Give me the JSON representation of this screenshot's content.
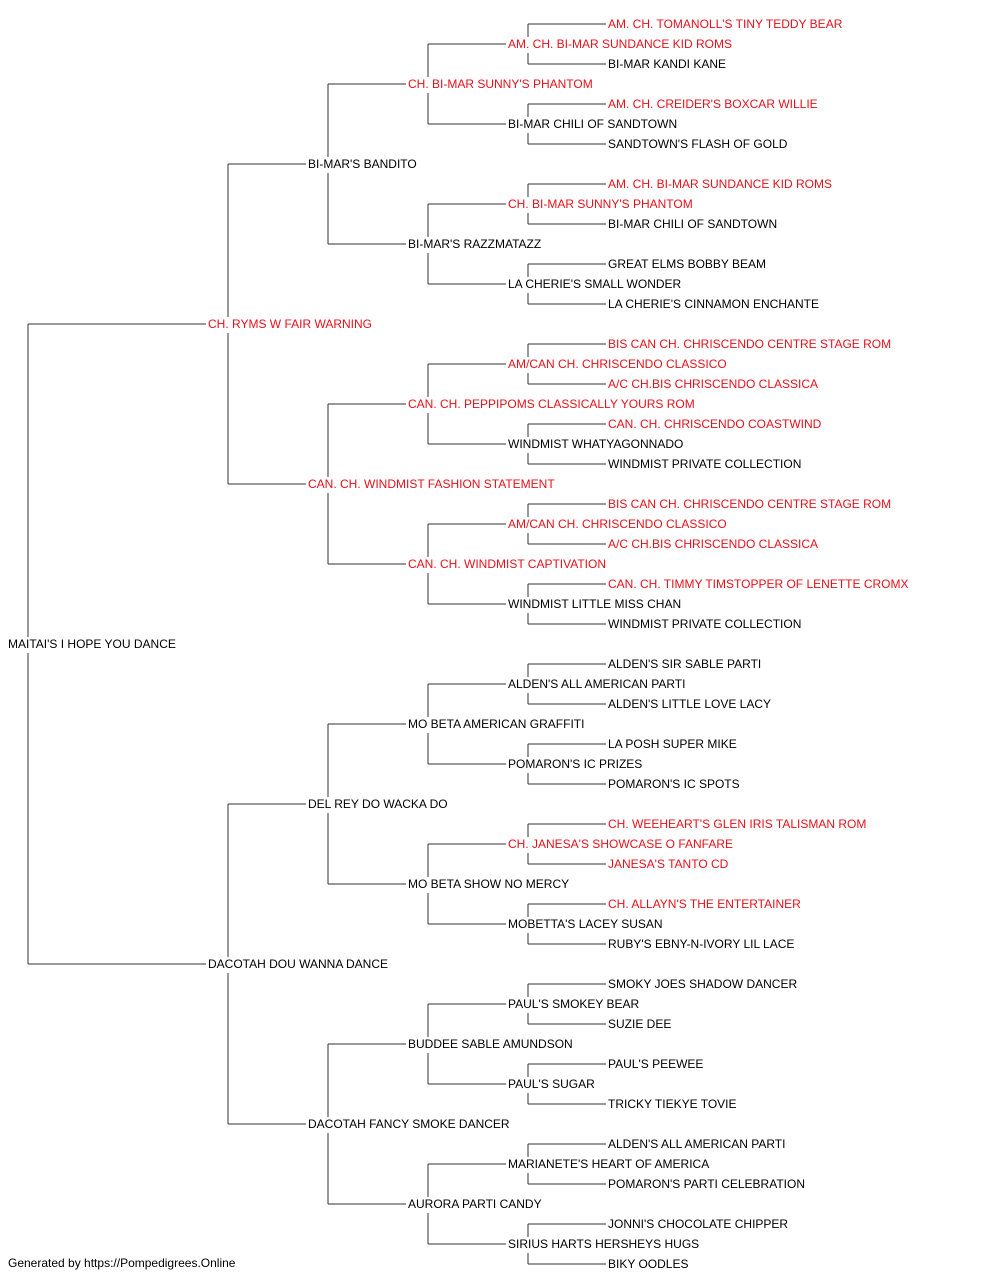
{
  "colors": {
    "champion": "#e8101a",
    "normal": "#000000",
    "line": "#333333"
  },
  "footer": "Generated by https://Pompedigrees.Online",
  "pedigree": {
    "name": "MAITAI'S I HOPE YOU DANCE",
    "champion": false,
    "sire": {
      "name": "CH. RYMS W FAIR WARNING",
      "champion": true,
      "sire": {
        "name": "BI-MAR'S BANDITO",
        "champion": false,
        "sire": {
          "name": "CH. BI-MAR SUNNY'S PHANTOM",
          "champion": true,
          "sire": {
            "name": "AM. CH. BI-MAR SUNDANCE KID ROMS",
            "champion": true,
            "sire": {
              "name": "AM. CH. TOMANOLL'S TINY TEDDY BEAR",
              "champion": true
            },
            "dam": {
              "name": "BI-MAR KANDI KANE",
              "champion": false
            }
          },
          "dam": {
            "name": "BI-MAR CHILI OF SANDTOWN",
            "champion": false,
            "sire": {
              "name": "AM. CH. CREIDER'S BOXCAR WILLIE",
              "champion": true
            },
            "dam": {
              "name": "SANDTOWN'S FLASH OF GOLD",
              "champion": false
            }
          }
        },
        "dam": {
          "name": "BI-MAR'S RAZZMATAZZ",
          "champion": false,
          "sire": {
            "name": "CH. BI-MAR SUNNY'S PHANTOM",
            "champion": true,
            "sire": {
              "name": "AM. CH. BI-MAR SUNDANCE KID ROMS",
              "champion": true
            },
            "dam": {
              "name": "BI-MAR CHILI OF SANDTOWN",
              "champion": false
            }
          },
          "dam": {
            "name": "LA CHERIE'S SMALL WONDER",
            "champion": false,
            "sire": {
              "name": "GREAT ELMS BOBBY BEAM",
              "champion": false
            },
            "dam": {
              "name": "LA CHERIE'S CINNAMON ENCHANTE",
              "champion": false
            }
          }
        }
      },
      "dam": {
        "name": "CAN. CH. WINDMIST FASHION STATEMENT",
        "champion": true,
        "sire": {
          "name": "CAN. CH. PEPPIPOMS CLASSICALLY YOURS ROM",
          "champion": true,
          "sire": {
            "name": "AM/CAN CH. CHRISCENDO CLASSICO",
            "champion": true,
            "sire": {
              "name": "BIS CAN CH. CHRISCENDO CENTRE STAGE ROM",
              "champion": true
            },
            "dam": {
              "name": "A/C CH.BIS CHRISCENDO CLASSICA",
              "champion": true
            }
          },
          "dam": {
            "name": "WINDMIST WHATYAGONNADO",
            "champion": false,
            "sire": {
              "name": "CAN. CH. CHRISCENDO COASTWIND",
              "champion": true
            },
            "dam": {
              "name": "WINDMIST PRIVATE COLLECTION",
              "champion": false
            }
          }
        },
        "dam": {
          "name": "CAN. CH. WINDMIST CAPTIVATION",
          "champion": true,
          "sire": {
            "name": "AM/CAN CH. CHRISCENDO CLASSICO",
            "champion": true,
            "sire": {
              "name": "BIS CAN CH. CHRISCENDO CENTRE STAGE ROM",
              "champion": true
            },
            "dam": {
              "name": "A/C CH.BIS CHRISCENDO CLASSICA",
              "champion": true
            }
          },
          "dam": {
            "name": "WINDMIST LITTLE MISS CHAN",
            "champion": false,
            "sire": {
              "name": "CAN. CH. TIMMY TIMSTOPPER OF LENETTE CROMX",
              "champion": true
            },
            "dam": {
              "name": "WINDMIST PRIVATE COLLECTION",
              "champion": false
            }
          }
        }
      }
    },
    "dam": {
      "name": "DACOTAH DOU WANNA DANCE",
      "champion": false,
      "sire": {
        "name": "DEL REY DO WACKA DO",
        "champion": false,
        "sire": {
          "name": "MO BETA AMERICAN GRAFFITI",
          "champion": false,
          "sire": {
            "name": "ALDEN'S ALL AMERICAN PARTI",
            "champion": false,
            "sire": {
              "name": "ALDEN'S SIR SABLE PARTI",
              "champion": false
            },
            "dam": {
              "name": "ALDEN'S LITTLE LOVE LACY",
              "champion": false
            }
          },
          "dam": {
            "name": "POMARON'S IC PRIZES",
            "champion": false,
            "sire": {
              "name": "LA POSH SUPER MIKE",
              "champion": false
            },
            "dam": {
              "name": "POMARON'S IC SPOTS",
              "champion": false
            }
          }
        },
        "dam": {
          "name": "MO BETA SHOW NO MERCY",
          "champion": false,
          "sire": {
            "name": "CH. JANESA'S SHOWCASE O FANFARE",
            "champion": true,
            "sire": {
              "name": "CH. WEEHEART'S GLEN IRIS TALISMAN ROM",
              "champion": true
            },
            "dam": {
              "name": "JANESA'S TANTO CD",
              "champion": true
            }
          },
          "dam": {
            "name": "MOBETTA'S LACEY SUSAN",
            "champion": false,
            "sire": {
              "name": "CH. ALLAYN'S THE ENTERTAINER",
              "champion": true
            },
            "dam": {
              "name": "RUBY'S EBNY-N-IVORY LIL LACE",
              "champion": false
            }
          }
        }
      },
      "dam": {
        "name": "DACOTAH FANCY SMOKE DANCER",
        "champion": false,
        "sire": {
          "name": "BUDDEE SABLE AMUNDSON",
          "champion": false,
          "sire": {
            "name": "PAUL'S SMOKEY BEAR",
            "champion": false,
            "sire": {
              "name": "SMOKY JOES SHADOW DANCER",
              "champion": false
            },
            "dam": {
              "name": "SUZIE DEE",
              "champion": false
            }
          },
          "dam": {
            "name": "PAUL'S SUGAR",
            "champion": false,
            "sire": {
              "name": "PAUL'S PEEWEE",
              "champion": false
            },
            "dam": {
              "name": "TRICKY TIEKYE TOVIE",
              "champion": false
            }
          }
        },
        "dam": {
          "name": "AURORA PARTI CANDY",
          "champion": false,
          "sire": {
            "name": "MARIANETE'S HEART OF AMERICA",
            "champion": false,
            "sire": {
              "name": "ALDEN'S ALL AMERICAN PARTI",
              "champion": false
            },
            "dam": {
              "name": "POMARON'S PARTI CELEBRATION",
              "champion": false
            }
          },
          "dam": {
            "name": "SIRIUS HARTS HERSHEYS HUGS",
            "champion": false,
            "sire": {
              "name": "JONNI'S CHOCOLATE CHIPPER",
              "champion": false
            },
            "dam": {
              "name": "BIKY OODLES",
              "champion": false
            }
          }
        }
      }
    }
  }
}
